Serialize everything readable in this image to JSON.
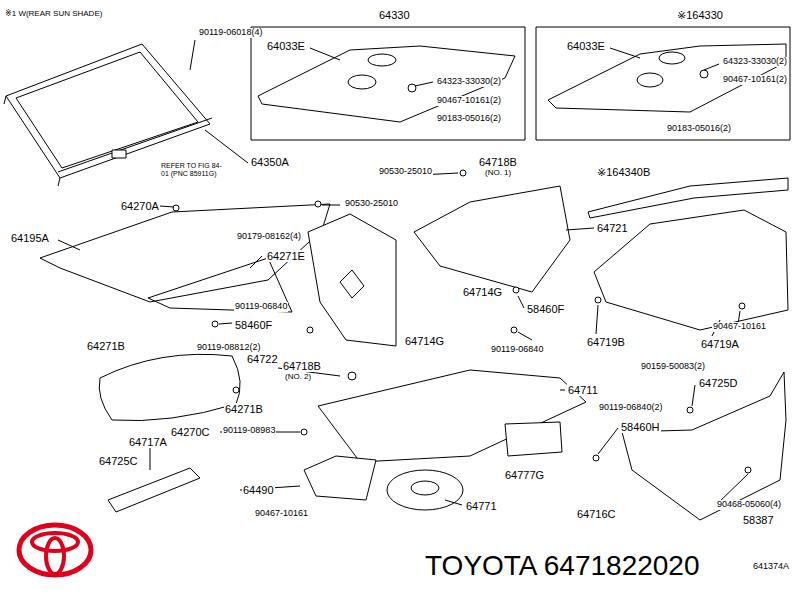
{
  "diagram": {
    "labels": [
      "※1 W(REAR SUN SHADE)",
      "64330",
      "※164330",
      "90119-06018(4)",
      "64033E",
      "64033E",
      "64323-33030(2)",
      "90467-10161(2)",
      "90183-05016(2)",
      "64323-33030(2)",
      "90467-10161(2)",
      "90183-05016(2)",
      "64350A",
      "REFER TO FIG 84-01 (PNC 85911G)",
      "90530-25010",
      "64718B",
      "(NO. 1)",
      "※164340B",
      "64270A",
      "90530-25010",
      "64195A",
      "90179-08162(4)",
      "64721",
      "64271E",
      "64714G",
      "58460F",
      "90119-06840",
      "58460F",
      "64714G",
      "90119-08812(2)",
      "64719B",
      "90119-06840",
      "64719A",
      "90467-10161",
      "64271B",
      "64722",
      "64718B",
      "(NO. 2)",
      "90159-50083(2)",
      "64711",
      "64725D",
      "64271B",
      "90119-06840(2)",
      "64270C",
      "90119-08983",
      "58460H",
      "64717A",
      "64725C",
      "64777G",
      "64490",
      "64771",
      "64716C",
      "90468-05060(4)",
      "90467-10161",
      "58387",
      "641374A",
      "TOYOTA 6471822020"
    ]
  }
}
